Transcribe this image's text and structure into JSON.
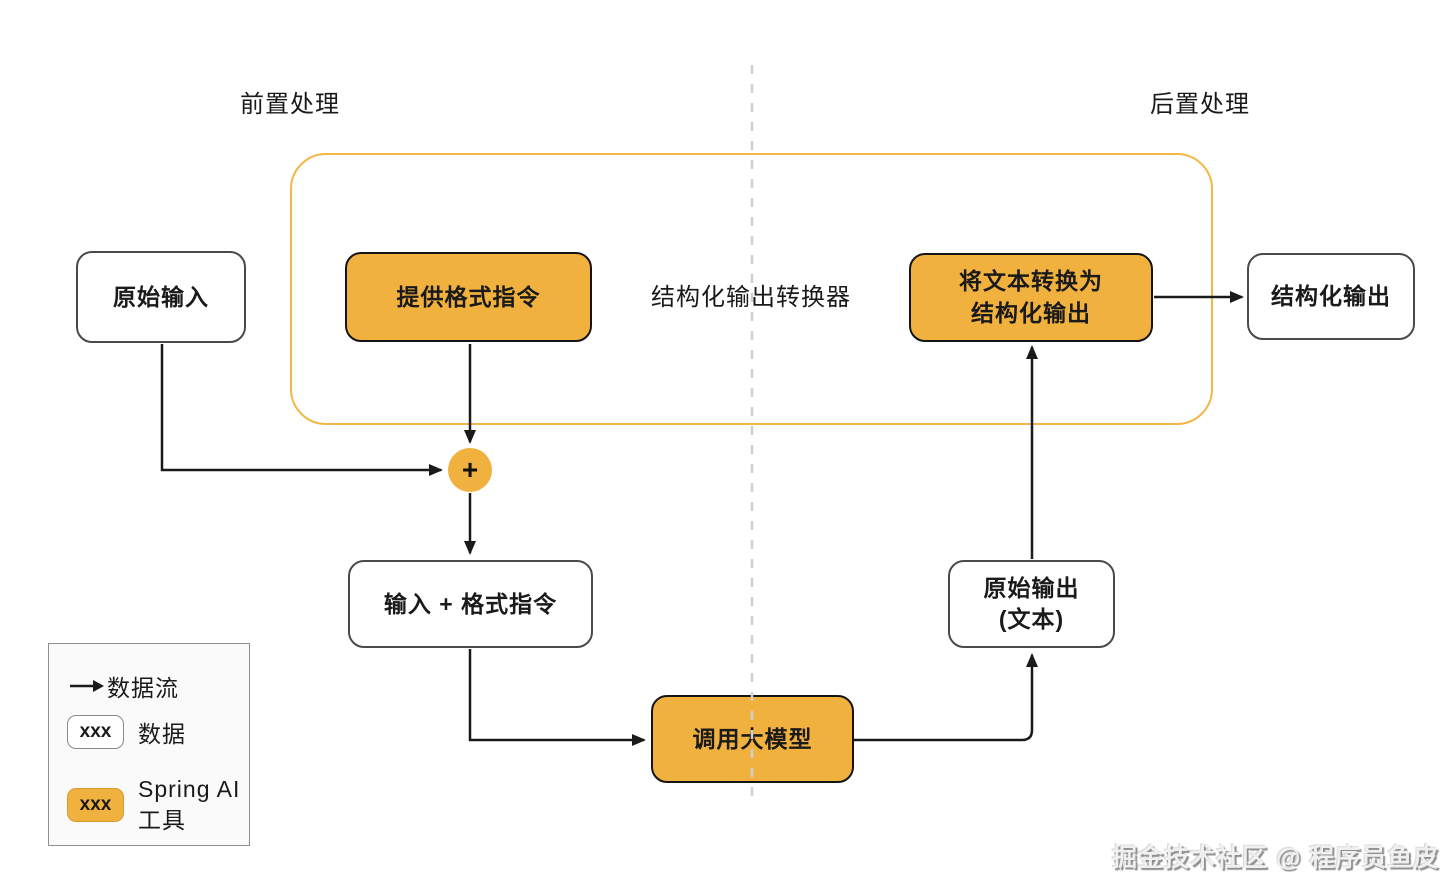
{
  "zones": {
    "pre_processing": "前置处理",
    "post_processing": "后置处理"
  },
  "container": {
    "label": "结构化输出转换器"
  },
  "nodes": {
    "raw_input": "原始输入",
    "provide_format_instructions": "提供格式指令",
    "convert_text_line1": "将文本转换为",
    "convert_text_line2": "结构化输出",
    "structured_output": "结构化输出",
    "plus": "+",
    "input_plus_format": "输入 + 格式指令",
    "call_llm": "调用大模型",
    "raw_output_line1": "原始输出",
    "raw_output_line2": "(文本)"
  },
  "legend": {
    "flow_label": "数据流",
    "data_chip": "xxx",
    "data_label": "数据",
    "tool_chip": "xxx",
    "tool_label_line1": "Spring AI",
    "tool_label_line2": "工具"
  },
  "watermark": "掘金技术社区 @ 程序员鱼皮",
  "colors": {
    "orange_fill": "#F1B13F",
    "container_border": "#F3B747",
    "node_border_dark": "#141414",
    "white_node_border": "#4A4A4A",
    "arrow_color": "#1A1A1A",
    "dashed_divider": "#CFCFCF",
    "legend_bg": "#FAFAFA",
    "legend_border": "#8F8F8F",
    "text_color": "#1A1A1A"
  }
}
